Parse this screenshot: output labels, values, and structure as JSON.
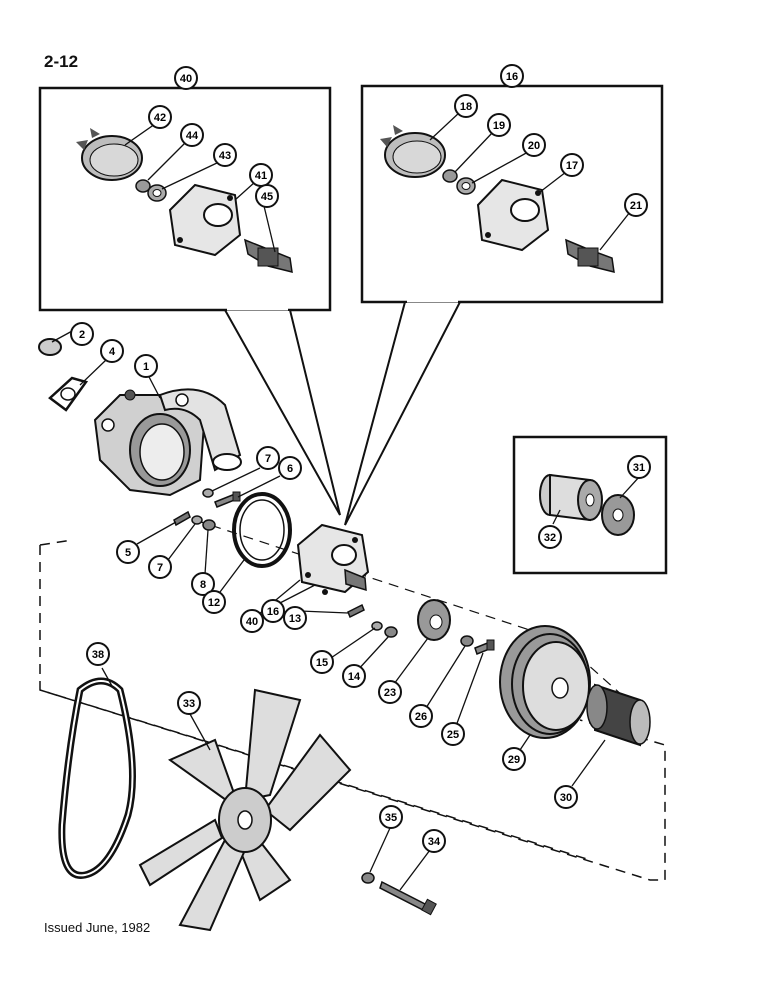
{
  "page_number": "2-12",
  "footer": "Issued June, 1982",
  "callouts": {
    "c1": "1",
    "c2": "2",
    "c4": "4",
    "c5": "5",
    "c6": "6",
    "c7a": "7",
    "c7b": "7",
    "c8": "8",
    "c12": "12",
    "c13": "13",
    "c14": "14",
    "c15": "15",
    "c16a": "16",
    "c16b": "16",
    "c17": "17",
    "c18": "18",
    "c19": "19",
    "c20": "20",
    "c21": "21",
    "c23": "23",
    "c25": "25",
    "c26": "26",
    "c29": "29",
    "c30": "30",
    "c31": "31",
    "c32": "32",
    "c33": "33",
    "c34": "34",
    "c35": "35",
    "c38": "38",
    "c40a": "40",
    "c40b": "40",
    "c41": "41",
    "c42": "42",
    "c43": "43",
    "c44": "44",
    "c45": "45"
  }
}
